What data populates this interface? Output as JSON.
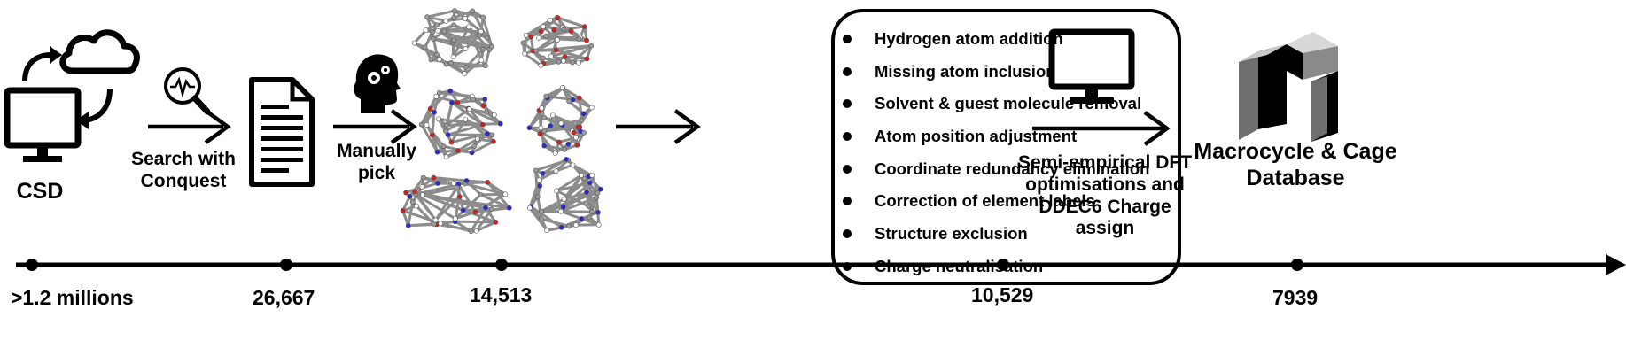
{
  "source": {
    "label": "CSD",
    "icon": "computer-cloud-sync-icon"
  },
  "search": {
    "label_line1": "Search with",
    "label_line2": "Conquest",
    "icon": "magnifier-waveform-icon"
  },
  "document": {
    "icon": "document-icon"
  },
  "manual": {
    "label_line1": "Manually",
    "label_line2": "pick",
    "icon": "head-gears-icon"
  },
  "molecules": {
    "icon": "molecular-structures-icon"
  },
  "processing_steps": [
    "Hydrogen atom addition",
    "Missing atom inclusion",
    "Solvent & guest molecule removal",
    "Atom position adjustment",
    "Coordinate redundancy elimination",
    "Correction of element labels",
    "Structure exclusion",
    "Charge neutralisation"
  ],
  "optimisation": {
    "label_line1": "Semi-empirical DFT",
    "label_line2": "optimisations and",
    "label_line3": "DDEC6 Charge assign",
    "icon": "monitor-icon"
  },
  "database": {
    "label_line1": "Macrocycle & Cage",
    "label_line2": "Database",
    "icon": "m-logo-icon"
  },
  "timeline_counts": [
    ">1.2 millions",
    "26,667",
    "14,513",
    "10,529",
    "7939"
  ],
  "colors": {
    "ink": "#000000",
    "atom_carbon": "#9a9a9a",
    "atom_nitrogen": "#2a2ad0",
    "atom_oxygen": "#d02020",
    "atom_hydrogen": "#ffffff"
  }
}
